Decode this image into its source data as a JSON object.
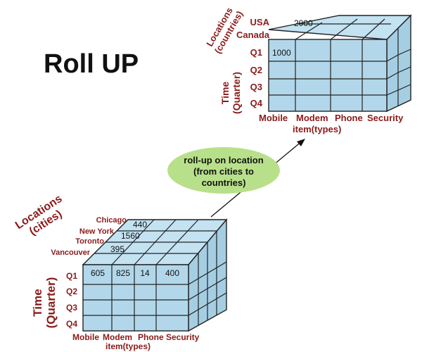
{
  "title": "Roll UP",
  "colors": {
    "cube_front": "#b3d7ea",
    "cube_top": "#c3e2f2",
    "cube_side": "#a5cee3",
    "grid": "#222222",
    "label": "#8b1a1a",
    "callout_fill": "#b8e08a",
    "arrow": "#111111"
  },
  "callout": {
    "lines": [
      "roll-up on location",
      "(from cities to",
      "countries)"
    ]
  },
  "top_cube": {
    "locations_axis": [
      "Locations",
      "(countries)"
    ],
    "locations": [
      "USA",
      "Canada"
    ],
    "time_axis": [
      "Time",
      "(Quarter)"
    ],
    "quarters": [
      "Q1",
      "Q2",
      "Q3",
      "Q4"
    ],
    "items": [
      "Mobile",
      "Modem",
      "Phone",
      "Security"
    ],
    "item_axis": "item(types)",
    "top_value": "2000",
    "front_value": "1000"
  },
  "bottom_cube": {
    "locations_axis": [
      "Locations",
      "(cities)"
    ],
    "cities": [
      "Chicago",
      "New York",
      "Toronto",
      "Vancouver"
    ],
    "city_values": [
      "440",
      "1560",
      "395"
    ],
    "time_axis": [
      "Time",
      "(Quarter)"
    ],
    "quarters": [
      "Q1",
      "Q2",
      "Q3",
      "Q4"
    ],
    "items": [
      "Mobile",
      "Modem",
      "Phone",
      "Security"
    ],
    "item_axis": "item(types)",
    "q1_values": [
      "605",
      "825",
      "14",
      "400"
    ]
  }
}
